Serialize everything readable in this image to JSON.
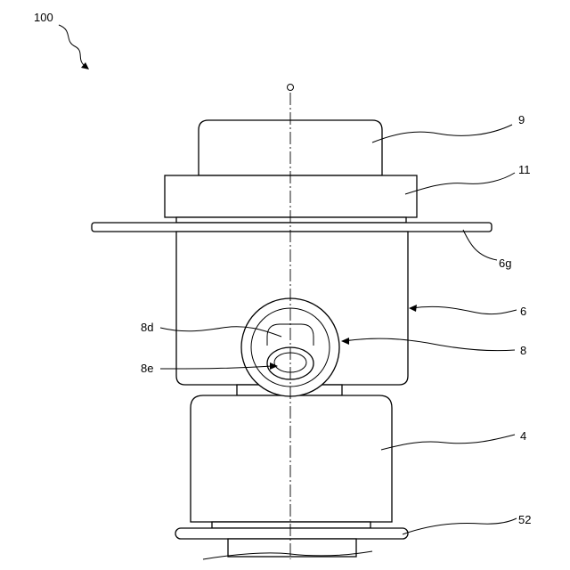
{
  "figure": {
    "reference_labels": {
      "assembly": "100",
      "cap": "9",
      "collar": "11",
      "flange": "6g",
      "housing": "6",
      "port": "8",
      "port_inner": "8d",
      "port_outlet": "8e",
      "lower_body": "4",
      "base_flange": "52"
    }
  }
}
